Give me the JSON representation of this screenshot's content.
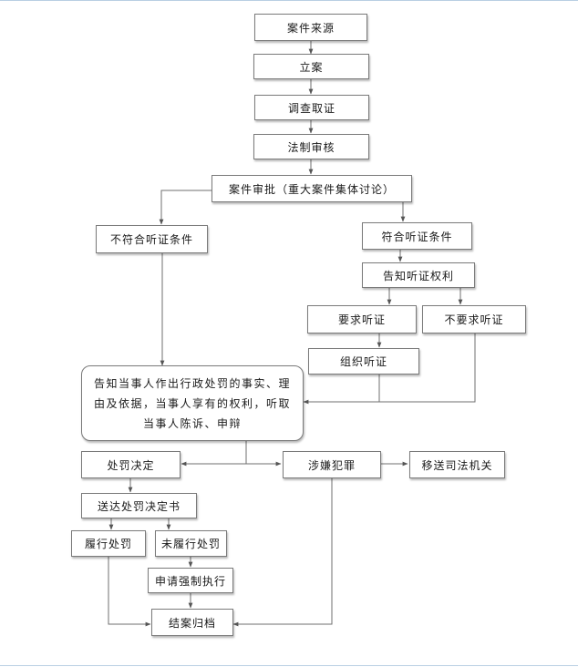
{
  "nodes": {
    "source": "案件来源",
    "filing": "立案",
    "investigation": "调查取证",
    "legal_review": "法制审核",
    "approval": "案件审批（重大案件集体讨论）",
    "not_hearing": "不符合听证条件",
    "meets_hearing": "符合听证条件",
    "notify_rights": "告知听证权利",
    "request_hearing": "要求听证",
    "no_request_hearing": "不要求听证",
    "organize_hearing": "组织听证",
    "notify_party": "告知当事人作出行政处罚的事实、理由及依据，当事人享有的权利，听取当事人陈诉、申辩",
    "penalty_decision": "处罚决定",
    "suspected_crime": "涉嫌犯罪",
    "transfer_judicial": "移送司法机关",
    "deliver_decision": "送达处罚决定书",
    "fulfilled": "履行处罚",
    "not_fulfilled": "未履行处罚",
    "enforcement": "申请强制执行",
    "close_case": "结案归档"
  }
}
